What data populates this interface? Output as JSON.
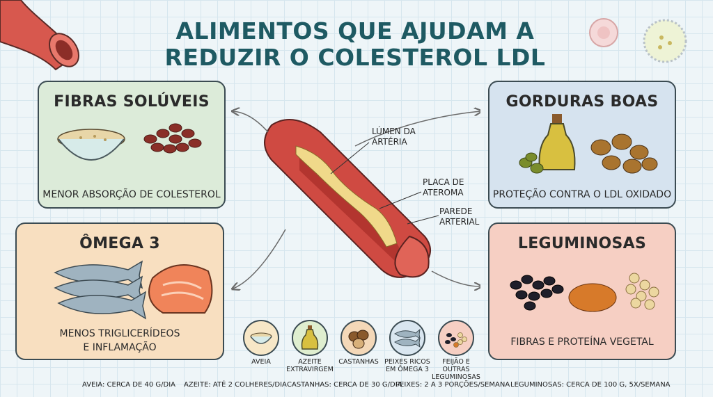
{
  "title": {
    "line1": "ALIMENTOS QUE AJUDAM A",
    "line2": "REDUZIR O COLESTEROL LDL"
  },
  "cards": {
    "fibras": {
      "title": "FIBRAS SOLÚVEIS",
      "subtitle": "MENOR ABSORÇÃO DE COLESTEROL"
    },
    "gorduras": {
      "title": "GORDURAS BOAS",
      "subtitle": "PROTEÇÃO CONTRA O LDL OXIDADO"
    },
    "omega": {
      "title": "ÔMEGA 3",
      "subtitle_line1": "MENOS TRIGLICERÍDEOS",
      "subtitle_line2": "E INFLAMAÇÃO"
    },
    "legum": {
      "title": "LEGUMINOSAS",
      "subtitle": "FIBRAS E PROTEÍNA VEGETAL"
    }
  },
  "artery_labels": {
    "lumen_line1": "LÚMEN DA",
    "lumen_line2": "ARTÉRIA",
    "placa_line1": "PLACA DE",
    "placa_line2": "ATEROMA",
    "parede_line1": "PAREDE",
    "parede_line2": "ARTERIAL"
  },
  "food_icons": [
    {
      "icon": "oat-bowl-icon",
      "label_line1": "AVEIA",
      "label_line2": ""
    },
    {
      "icon": "olive-oil-icon",
      "label_line1": "AZEITE",
      "label_line2": "EXTRAVIRGEM"
    },
    {
      "icon": "chestnuts-icon",
      "label_line1": "CASTANHAS",
      "label_line2": ""
    },
    {
      "icon": "fish-icon",
      "label_line1": "PEIXES RICOS",
      "label_line2": "EM ÔMEGA 3"
    },
    {
      "icon": "beans-icon",
      "label_line1": "FEIJÃO E OUTRAS",
      "label_line2": "LEGUMINOSAS"
    }
  ],
  "footer": {
    "aveia": "AVEIA: CERCA DE 40 G/DIA",
    "azeite": "AZEITE: ATÉ 2 COLHERES/DIA",
    "castanhas": "CASTANHAS: CERCA DE 30 G/DIA",
    "peixes": "PEIXES: 2 A 3 PORÇÕES/SEMANA",
    "leguminosas": "LEGUMINOSAS: CERCA DE 100 G, 5X/SEMANA"
  },
  "colors": {
    "title": "#1e5a63",
    "fibras_bg": "#dcebd9",
    "gorduras_bg": "#d6e3ef",
    "omega_bg": "#f8dfc0",
    "legum_bg": "#f6cfc3",
    "artery": "#c9473f"
  }
}
